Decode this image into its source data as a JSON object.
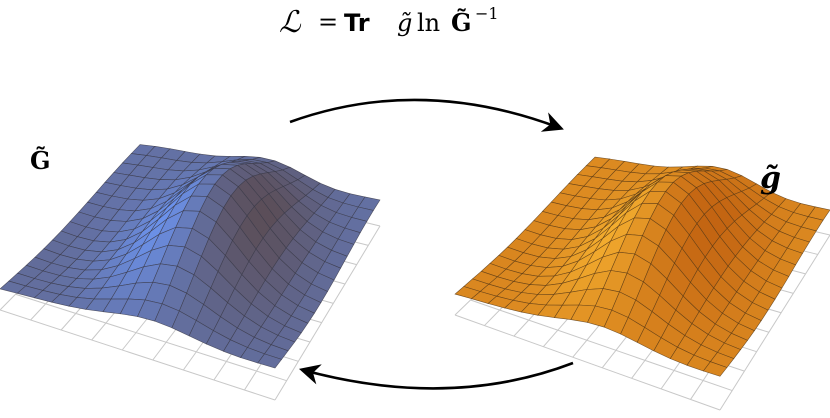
{
  "formula": {
    "lhs_symbol": "ℒ",
    "equals": "=",
    "trace_operator": "Tr",
    "g_tilde": "g̃",
    "ln": "ln",
    "G_tilde": "G̃",
    "exponent": "−1"
  },
  "left_surface": {
    "label": "G̃",
    "color_base": "#5a7fd8",
    "color_dark": "#5a4a50",
    "grid_color": "#3a3a48"
  },
  "right_surface": {
    "label": "g̃",
    "color_base": "#f59a1c",
    "color_dark": "#c06010",
    "grid_color": "#5a3a14"
  },
  "floor_grid_color": "#c8c8c8",
  "arrow_color": "#000000"
}
